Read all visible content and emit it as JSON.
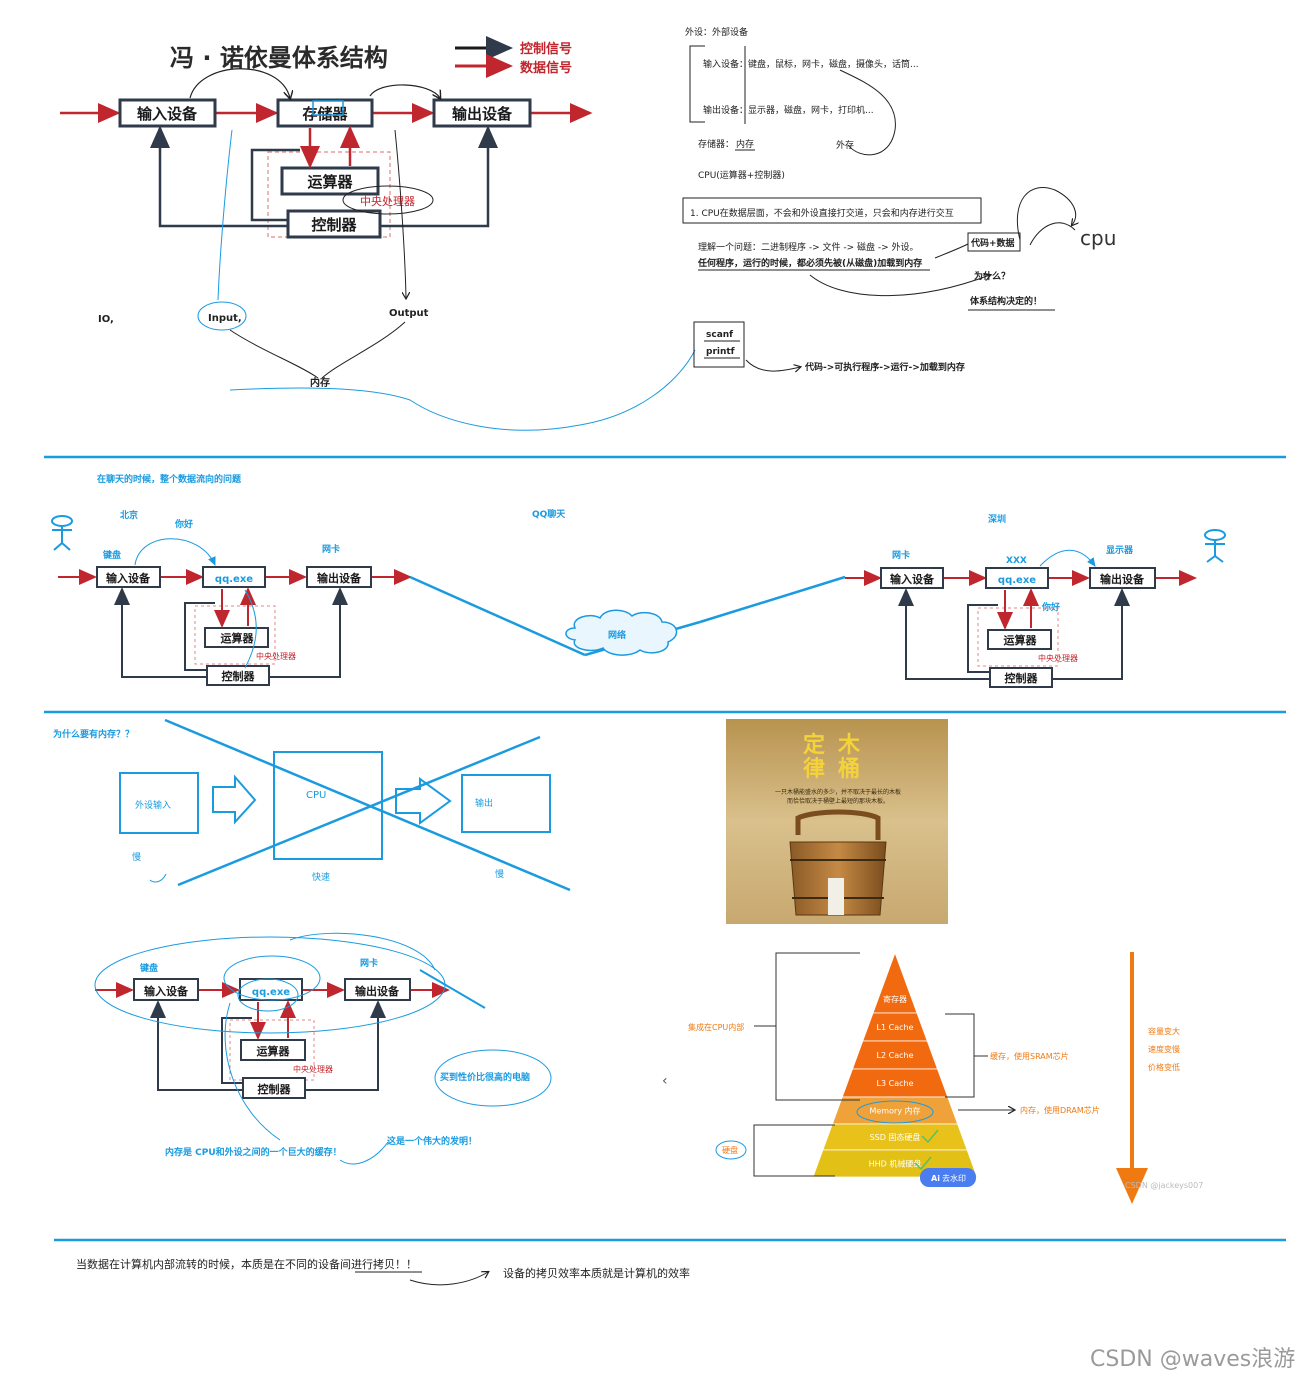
{
  "colors": {
    "blue_ink": "#1a9be0",
    "red_arrow": "#c0262d",
    "dark_box": "#2f3a4a",
    "orange_red": "#e63b2e",
    "orange": "#f07a12",
    "yellow": "#e3c015",
    "watermark": "#9a9a9a",
    "divider": "#1a9be0"
  },
  "section1": {
    "title": "冯 · 诺依曼体系结构",
    "legend_control": "控制信号",
    "legend_data": "数据信号",
    "box_input": "输入设备",
    "box_memory": "存储器",
    "box_output": "输出设备",
    "box_alu": "运算器",
    "box_cpu_label": "中央处理器",
    "box_control": "控制器",
    "note_io": "IO,",
    "note_input": "Input,",
    "note_output": "Output",
    "note_memory": "内存"
  },
  "notes": {
    "peripherals": "外设：外部设备",
    "input_devices_label": "输入设备：",
    "input_devices": "键盘，鼠标，网卡，磁盘，摄像头，话筒...",
    "output_devices_label": "输出设备：",
    "output_devices": "显示器，磁盘，网卡，打印机...",
    "storage_label": "存储器：",
    "storage_value": "内存",
    "external_storage": "外存",
    "cpu_desc": "CPU(运算器+控制器)",
    "point1": "1. CPU在数据层面，不会和外设直接打交道，只会和内存进行交互",
    "understand": "理解一个问题：二进制程序 -> 文件 -> 磁盘 -> 外设。",
    "any_program": "任何程序，运行的时候，都必须先被(从磁盘)加载到内存",
    "code_data": "代码+数据",
    "cpu_hand": "cpu",
    "why": "为什么？",
    "arch_decides": "体系结构决定的！",
    "scanf": "scanf",
    "printf": "printf",
    "code_flow": "代码->可执行程序->运行->加载到内存"
  },
  "section2": {
    "title": "在聊天的时候，整个数据流向的问题",
    "beijing": "北京",
    "nihao_left": "你好",
    "keyboard": "键盘",
    "nic_left": "网卡",
    "qq_chat": "QQ聊天",
    "network": "网络",
    "shenzhen": "深圳",
    "nic_right": "网卡",
    "xxx": "XXX",
    "display": "显示器",
    "nihao_right": "你好",
    "box_input": "输入设备",
    "box_qq": "qq.exe",
    "box_output": "输出设备",
    "box_alu": "运算器",
    "box_cpu_label": "中央处理器",
    "box_control": "控制器"
  },
  "section3": {
    "why_memory": "为什么要有内存？？",
    "peripheral_input": "外设输入",
    "cpu": "CPU",
    "output": "输出",
    "slow_left": "慢",
    "fast": "快速",
    "slow_right": "慢",
    "barrel_title_1": "木",
    "barrel_title_2": "定",
    "barrel_title_3": "桶",
    "barrel_title_4": "律",
    "barrel_text_1": "一只木桶能盛水的多少，并不取决于最长的木板",
    "barrel_text_2": "而恰恰取决于桶壁上最短的那块木板。",
    "keyboard": "键盘",
    "nic": "网卡",
    "box_input": "输入设备",
    "box_qq": "qq.exe",
    "box_output": "输出设备",
    "box_alu": "运算器",
    "box_cpu_label": "中央处理器",
    "box_control": "控制器",
    "cost_effective": "买到性价比很高的电脑",
    "memory_cache": "内存是 CPU和外设之间的一个巨大的缓存！",
    "great_invention": "这是一个伟大的发明！",
    "pyramid": [
      "寄存器",
      "L1 Cache",
      "L2 Cache",
      "L3 Cache",
      "Memory 内存",
      "SSD 固态硬盘",
      "HHD 机械硬盘"
    ],
    "integrated_cpu": "集成在CPU内部",
    "cache_sram": "缓存，使用SRAM芯片",
    "memory_dram": "内存，使用DRAM芯片",
    "disk": "硬盘",
    "capacity_up": "容量变大",
    "speed_down": "速度变慢",
    "price_down": "价格变低",
    "watermark_inner": "CSDN @jackeys007",
    "ai_button": "去水印",
    "ai_icon_text": "Ai"
  },
  "section4": {
    "essence": "当数据在计算机内部流转的时候，本质是在不同的设备间进行拷贝！！",
    "efficiency": "设备的拷贝效率本质就是计算机的效率"
  },
  "watermark": "CSDN @waves浪游"
}
